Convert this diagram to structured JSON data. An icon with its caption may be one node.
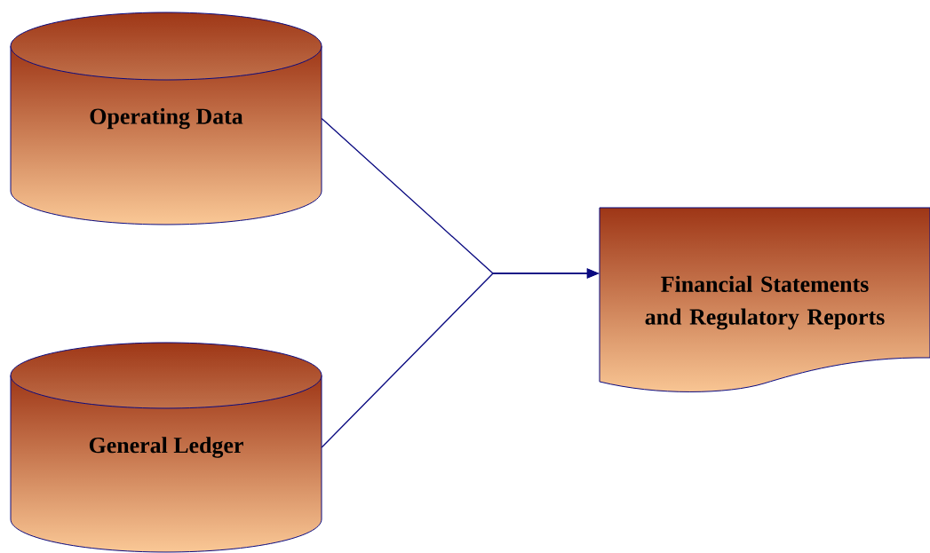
{
  "diagram": {
    "nodes": [
      {
        "text": [
          "Operating Data"
        ]
      },
      {
        "text": [
          "General Ledger"
        ]
      },
      {
        "text": [
          "Financial Statements and Regulatory Reports"
        ]
      }
    ],
    "edges": [
      {
        "from": 0,
        "to": 2,
        "arrow": "to"
      },
      {
        "from": 1,
        "to": 2,
        "arrow": "to"
      }
    ]
  }
}
